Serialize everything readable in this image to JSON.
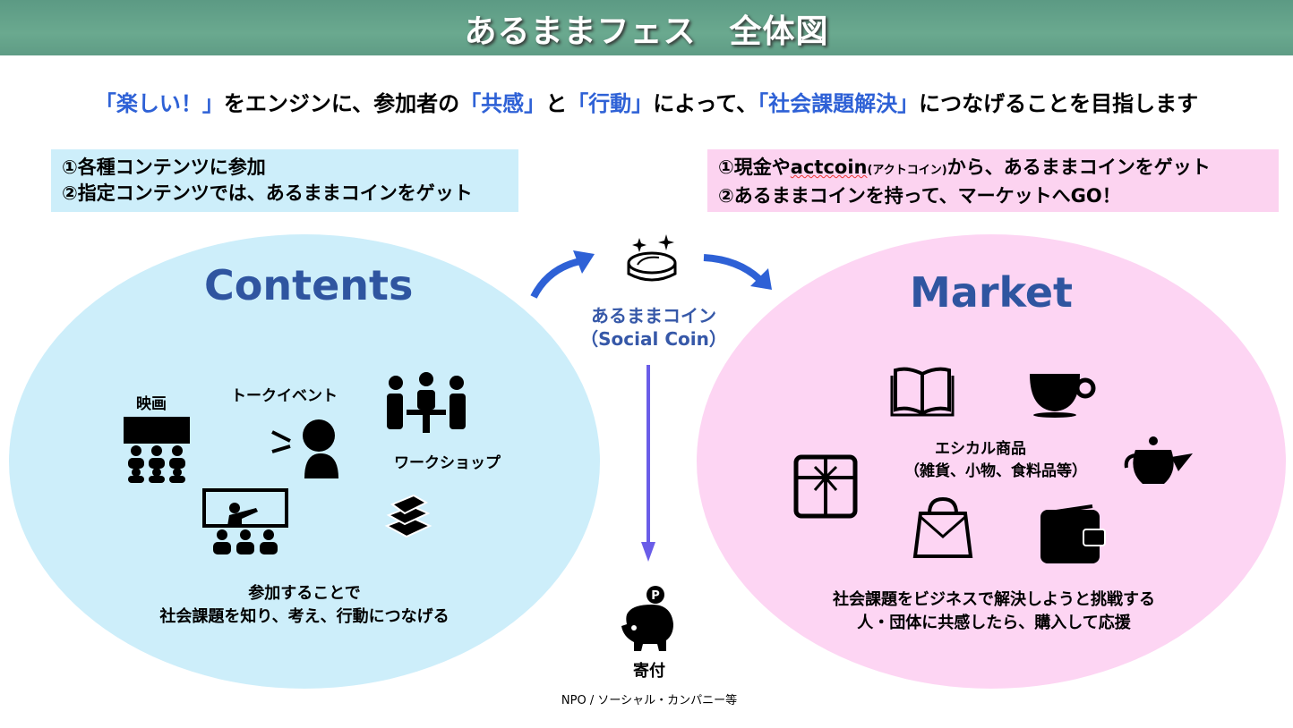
{
  "title": "あるままフェス　全体図",
  "tagline": {
    "p1": "「楽しい！」",
    "p2": "をエンジンに、参加者の",
    "p3": "「共感」",
    "p4": "と",
    "p5": "「行動」",
    "p6": "によって、",
    "p7": "「社会課題解決」",
    "p8": "につなげることを目指します"
  },
  "left_box": {
    "line1": "①各種コンテンツに参加",
    "line2": "②指定コンテンツでは、あるままコインをゲット"
  },
  "right_box": {
    "line1a": "①現金や",
    "line1b": "actcoin",
    "line1c": "(アクトコイン)",
    "line1d": "から、あるままコインをゲット",
    "line2": "②あるままコインを持って、マーケットへGO！"
  },
  "contents": {
    "heading": "Contents",
    "items": [
      "映画",
      "トークイベント",
      "ワークショップ"
    ],
    "desc1": "参加することで",
    "desc2": "社会課題を知り、考え、行動につなげる"
  },
  "coin": {
    "label1": "あるままコイン",
    "label2": "（Social Coin）"
  },
  "donation": {
    "label": "寄付",
    "sub": "NPO / ソーシャル・カンパニー等",
    "coin_mark": "P"
  },
  "market": {
    "heading": "Market",
    "goods1": "エシカル商品",
    "goods2": "（雑貨、小物、食料品等）",
    "desc1": "社会課題をビジネスで解決しようと挑戦する",
    "desc2": "人・団体に共感したら、購入して応援"
  },
  "colors": {
    "accent": "#2e61d6",
    "contents_bg": "#cdeefa",
    "market_bg": "#fdd5f3",
    "heading": "#2f55a0"
  }
}
